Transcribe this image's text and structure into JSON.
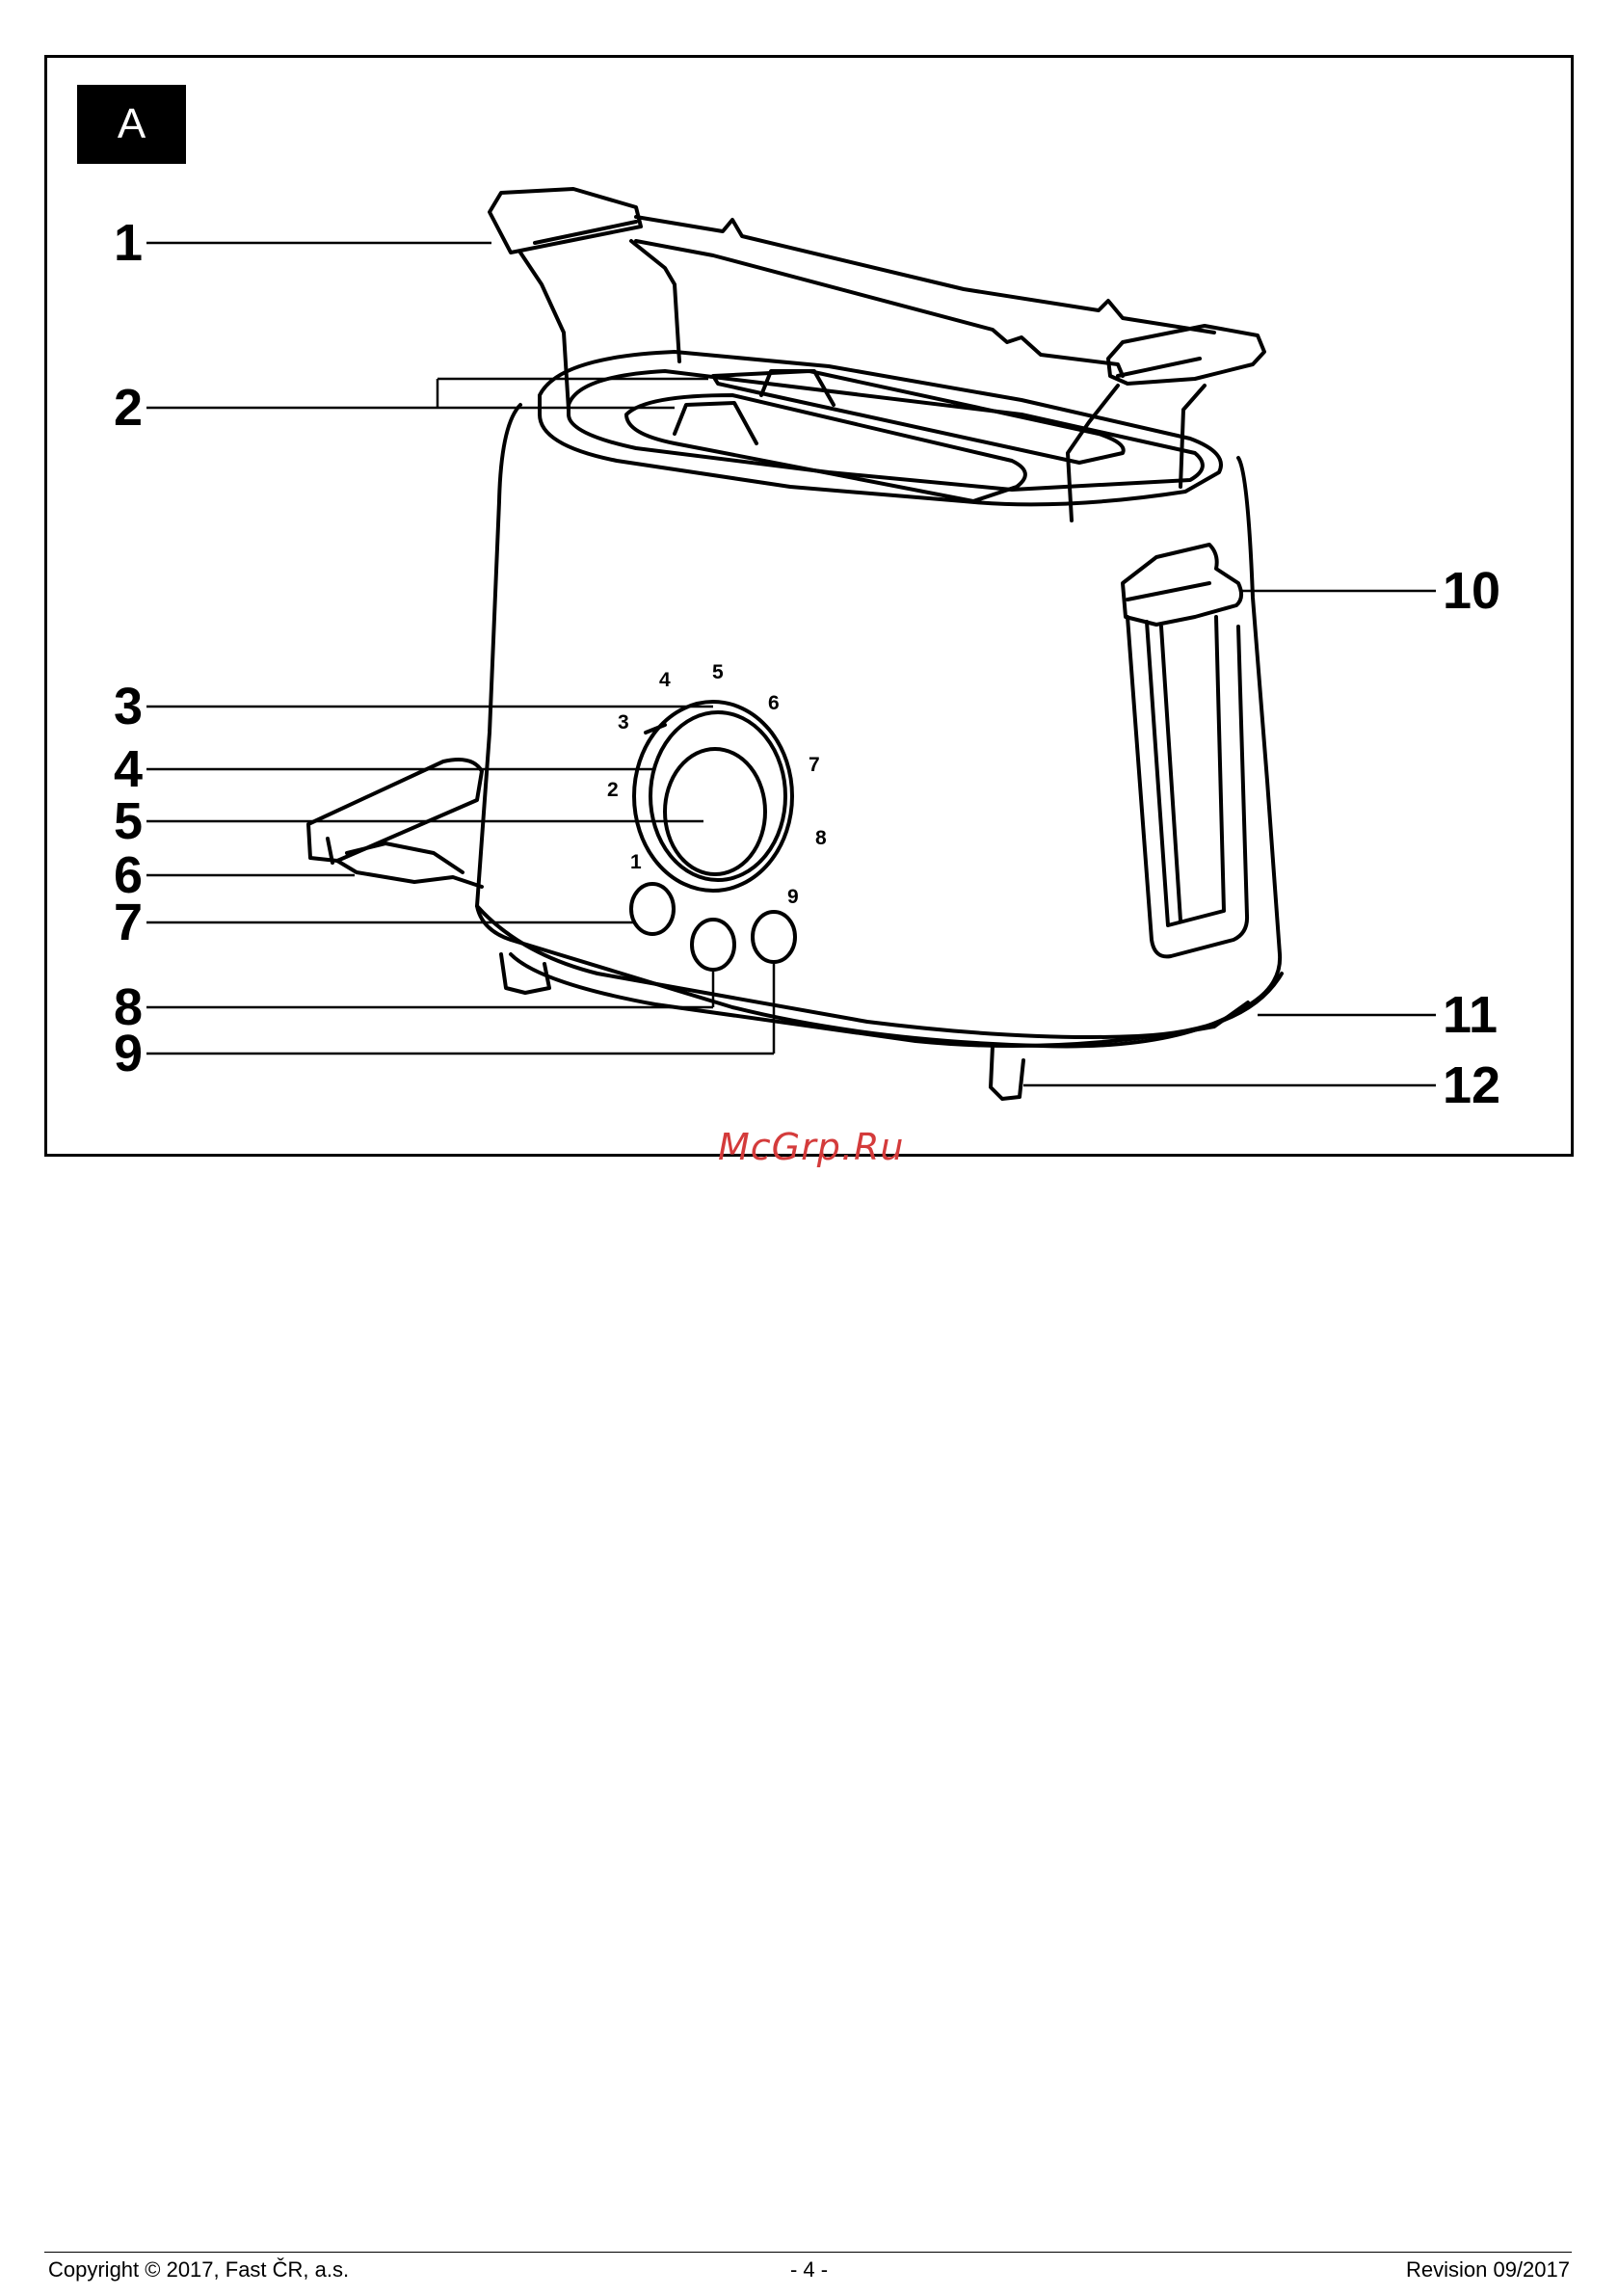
{
  "figure": {
    "tag": "A",
    "callouts": [
      "1",
      "2",
      "3",
      "4",
      "5",
      "6",
      "7",
      "8",
      "9",
      "10",
      "11",
      "12"
    ],
    "dial_numbers": [
      "1",
      "2",
      "3",
      "4",
      "5",
      "6",
      "7",
      "8",
      "9"
    ]
  },
  "watermark": "McGrp.Ru",
  "footer": {
    "copyright": "Copyright © 2017, Fast ČR, a.s.",
    "page": "- 4 -",
    "revision": "Revision 09/2017"
  }
}
